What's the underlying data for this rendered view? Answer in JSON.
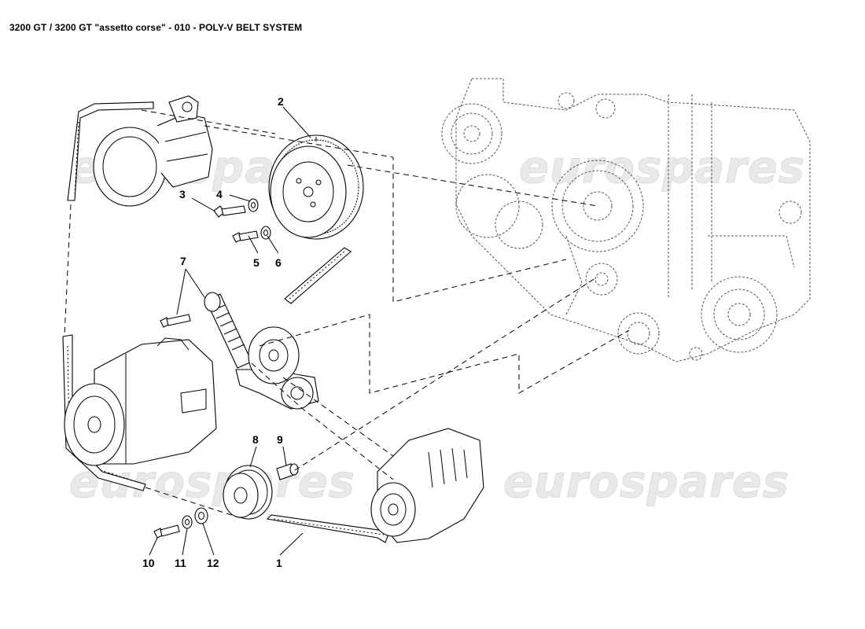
{
  "title": "3200 GT / 3200 GT \"assetto corse\" - 010 - POLY-V BELT SYSTEM",
  "watermark": "eurospares",
  "callouts": {
    "c1": "1",
    "c2": "2",
    "c3": "3",
    "c4": "4",
    "c5": "5",
    "c6": "6",
    "c7": "7",
    "c8": "8",
    "c9": "9",
    "c10": "10",
    "c11": "11",
    "c12": "12"
  }
}
